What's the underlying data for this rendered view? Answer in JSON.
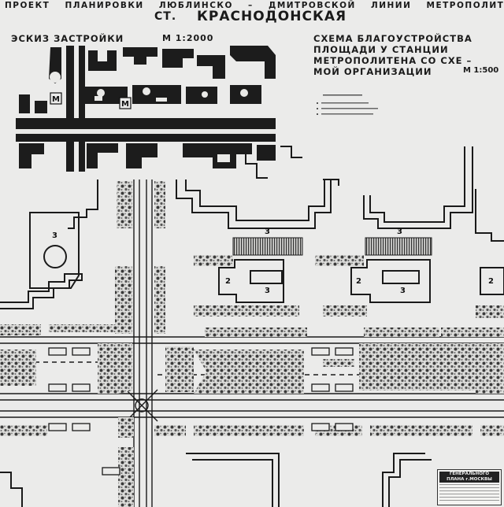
{
  "header": {
    "title_line": "ПРОЕКТ ПЛАНИРОВКИ ЛЮБЛИНСКО – ДМИТРОВСКОЙ ЛИНИИ МЕТРОПОЛИТЕНА",
    "station_prefix": "СТ.",
    "station_name": "КРАСНОДОНСКАЯ"
  },
  "sketch": {
    "title": "ЭСКИЗ ЗАСТРОЙКИ",
    "scale": "М 1:2000",
    "metro_marker": "М"
  },
  "scheme": {
    "title_lines": [
      "СХЕМА БЛАГОУСТРОЙСТВА",
      "ПЛОЩАДИ У СТАНЦИИ",
      "МЕТРОПОЛИТЕНА СО СХЕ –",
      "МОЙ ОРГАНИЗАЦИИ"
    ],
    "scale": "М 1:500"
  },
  "plan_labels": {
    "building_a": "3",
    "building_b": "3",
    "building_c": "3",
    "building_d": "2",
    "building_e": "3",
    "building_f": "2",
    "building_g": "3",
    "building_h": "2"
  },
  "stamp": {
    "line1": "ГЕНЕРАЛЬНОГО",
    "line2": "ПЛАНА г.МОСКВЫ"
  },
  "colors": {
    "paper": "#ebebea",
    "ink": "#1a1a1a"
  }
}
